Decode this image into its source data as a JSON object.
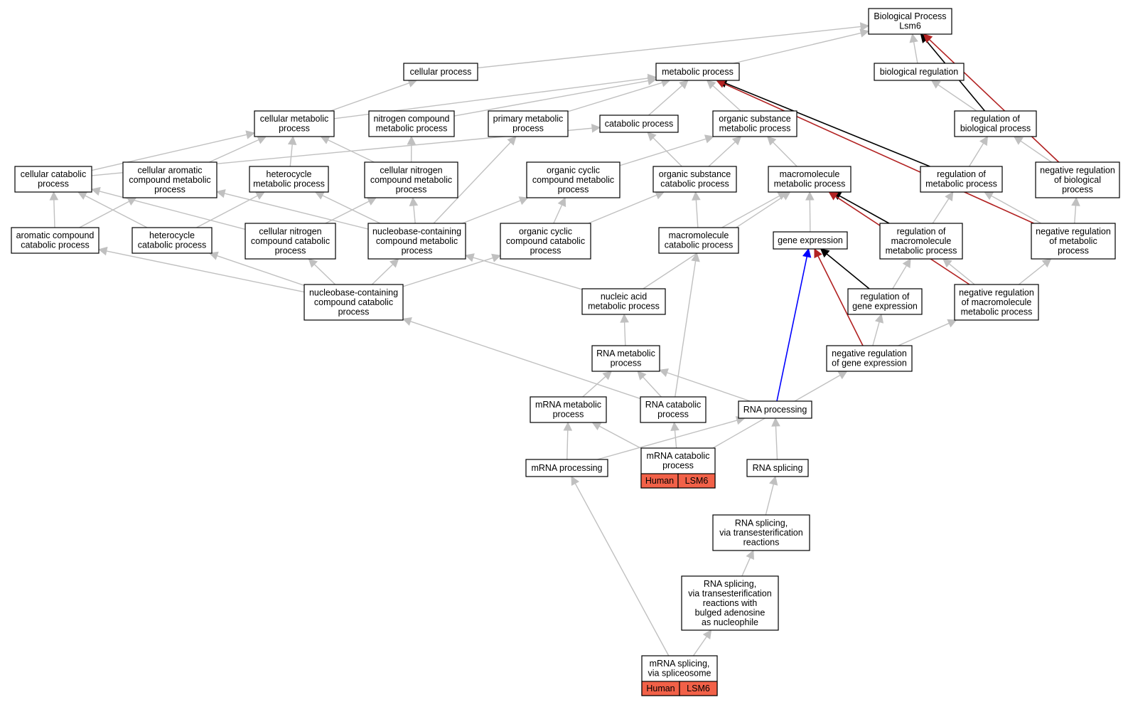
{
  "colors": {
    "background": "#ffffff",
    "node_border": "#000000",
    "node_fill": "#ffffff",
    "edge_is_a": "#c0c0c0",
    "edge_regulates": "#000000",
    "edge_negatively_regulates": "#b22222",
    "edge_positively_regulates": "#0000ff",
    "annotation_fill": "#f26148"
  },
  "nodes": [
    {
      "id": "bp",
      "lines": [
        "Biological Process",
        "Lsm6"
      ]
    },
    {
      "id": "cellular_process",
      "lines": [
        "cellular process"
      ]
    },
    {
      "id": "metabolic_process",
      "lines": [
        "metabolic process"
      ]
    },
    {
      "id": "biological_regulation",
      "lines": [
        "biological regulation"
      ]
    },
    {
      "id": "cellular_metabolic",
      "lines": [
        "cellular metabolic",
        "process"
      ]
    },
    {
      "id": "nitrogen_compound_metabolic",
      "lines": [
        "nitrogen compound",
        "metabolic process"
      ]
    },
    {
      "id": "primary_metabolic",
      "lines": [
        "primary metabolic",
        "process"
      ]
    },
    {
      "id": "catabolic_process",
      "lines": [
        "catabolic process"
      ]
    },
    {
      "id": "organic_substance_metabolic",
      "lines": [
        "organic substance",
        "metabolic process"
      ]
    },
    {
      "id": "regulation_biological",
      "lines": [
        "regulation of",
        "biological process"
      ]
    },
    {
      "id": "cellular_catabolic",
      "lines": [
        "cellular catabolic",
        "process"
      ]
    },
    {
      "id": "cellular_aromatic_metabolic",
      "lines": [
        "cellular aromatic",
        "compound metabolic",
        "process"
      ]
    },
    {
      "id": "heterocycle_metabolic",
      "lines": [
        "heterocycle",
        "metabolic process"
      ]
    },
    {
      "id": "cellular_nitrogen_metabolic",
      "lines": [
        "cellular nitrogen",
        "compound metabolic",
        "process"
      ]
    },
    {
      "id": "organic_cyclic_metabolic",
      "lines": [
        "organic cyclic",
        "compound metabolic",
        "process"
      ]
    },
    {
      "id": "organic_substance_catabolic",
      "lines": [
        "organic substance",
        "catabolic process"
      ]
    },
    {
      "id": "macromolecule_metabolic",
      "lines": [
        "macromolecule",
        "metabolic process"
      ]
    },
    {
      "id": "regulation_metabolic",
      "lines": [
        "regulation of",
        "metabolic process"
      ]
    },
    {
      "id": "neg_reg_biological",
      "lines": [
        "negative regulation",
        "of biological",
        "process"
      ]
    },
    {
      "id": "aromatic_catabolic",
      "lines": [
        "aromatic compound",
        "catabolic process"
      ]
    },
    {
      "id": "heterocycle_catabolic",
      "lines": [
        "heterocycle",
        "catabolic process"
      ]
    },
    {
      "id": "cellular_nitrogen_catabolic",
      "lines": [
        "cellular nitrogen",
        "compound catabolic",
        "process"
      ]
    },
    {
      "id": "nucleobase_metabolic",
      "lines": [
        "nucleobase-containing",
        "compound metabolic",
        "process"
      ]
    },
    {
      "id": "organic_cyclic_catabolic",
      "lines": [
        "organic cyclic",
        "compound catabolic",
        "process"
      ]
    },
    {
      "id": "macromolecule_catabolic",
      "lines": [
        "macromolecule",
        "catabolic process"
      ]
    },
    {
      "id": "gene_expression",
      "lines": [
        "gene expression"
      ]
    },
    {
      "id": "reg_macromolecule_metabolic",
      "lines": [
        "regulation of",
        "macromolecule",
        "metabolic process"
      ]
    },
    {
      "id": "neg_reg_metabolic",
      "lines": [
        "negative regulation",
        "of metabolic",
        "process"
      ]
    },
    {
      "id": "nucleobase_catabolic",
      "lines": [
        "nucleobase-containing",
        "compound catabolic",
        "process"
      ]
    },
    {
      "id": "nucleic_acid_metabolic",
      "lines": [
        "nucleic acid",
        "metabolic process"
      ]
    },
    {
      "id": "reg_gene_expression",
      "lines": [
        "regulation of",
        "gene expression"
      ]
    },
    {
      "id": "neg_reg_macromolecule_metabolic",
      "lines": [
        "negative regulation",
        "of macromolecule",
        "metabolic process"
      ]
    },
    {
      "id": "rna_metabolic",
      "lines": [
        "RNA metabolic",
        "process"
      ]
    },
    {
      "id": "neg_reg_gene_expression",
      "lines": [
        "negative regulation",
        "of gene expression"
      ]
    },
    {
      "id": "mrna_metabolic",
      "lines": [
        "mRNA metabolic",
        "process"
      ]
    },
    {
      "id": "rna_catabolic",
      "lines": [
        "RNA catabolic",
        "process"
      ]
    },
    {
      "id": "rna_processing",
      "lines": [
        "RNA processing"
      ]
    },
    {
      "id": "mrna_processing",
      "lines": [
        "mRNA processing"
      ]
    },
    {
      "id": "mrna_catabolic",
      "lines": [
        "mRNA catabolic",
        "process"
      ],
      "badges": [
        "Human",
        "LSM6"
      ]
    },
    {
      "id": "rna_splicing",
      "lines": [
        "RNA splicing"
      ]
    },
    {
      "id": "rna_splicing_trans",
      "lines": [
        "RNA splicing,",
        "via transesterification",
        "reactions"
      ]
    },
    {
      "id": "rna_splicing_bulged",
      "lines": [
        "RNA splicing,",
        "via transesterification",
        "reactions with",
        "bulged adenosine",
        "as nucleophile"
      ]
    },
    {
      "id": "mrna_splicing_spliceosome",
      "lines": [
        "mRNA splicing,",
        "via spliceosome"
      ],
      "badges": [
        "Human",
        "LSM6"
      ]
    }
  ],
  "edges": [
    {
      "from": "cellular_process",
      "to": "bp",
      "type": "is_a"
    },
    {
      "from": "metabolic_process",
      "to": "bp",
      "type": "is_a"
    },
    {
      "from": "biological_regulation",
      "to": "bp",
      "type": "is_a"
    },
    {
      "from": "regulation_biological",
      "to": "bp",
      "type": "regulates"
    },
    {
      "from": "neg_reg_biological",
      "to": "bp",
      "type": "negatively_regulates"
    },
    {
      "from": "cellular_metabolic",
      "to": "cellular_process",
      "type": "is_a"
    },
    {
      "from": "cellular_metabolic",
      "to": "metabolic_process",
      "type": "is_a"
    },
    {
      "from": "nitrogen_compound_metabolic",
      "to": "metabolic_process",
      "type": "is_a"
    },
    {
      "from": "primary_metabolic",
      "to": "metabolic_process",
      "type": "is_a"
    },
    {
      "from": "catabolic_process",
      "to": "metabolic_process",
      "type": "is_a"
    },
    {
      "from": "organic_substance_metabolic",
      "to": "metabolic_process",
      "type": "is_a"
    },
    {
      "from": "regulation_metabolic",
      "to": "metabolic_process",
      "type": "regulates"
    },
    {
      "from": "neg_reg_metabolic",
      "to": "metabolic_process",
      "type": "negatively_regulates"
    },
    {
      "from": "regulation_biological",
      "to": "biological_regulation",
      "type": "is_a"
    },
    {
      "from": "regulation_metabolic",
      "to": "regulation_biological",
      "type": "is_a"
    },
    {
      "from": "neg_reg_biological",
      "to": "regulation_biological",
      "type": "is_a"
    },
    {
      "from": "cellular_catabolic",
      "to": "cellular_metabolic",
      "type": "is_a"
    },
    {
      "from": "cellular_catabolic",
      "to": "catabolic_process",
      "type": "is_a"
    },
    {
      "from": "cellular_aromatic_metabolic",
      "to": "cellular_metabolic",
      "type": "is_a"
    },
    {
      "from": "heterocycle_metabolic",
      "to": "cellular_metabolic",
      "type": "is_a"
    },
    {
      "from": "cellular_nitrogen_metabolic",
      "to": "cellular_metabolic",
      "type": "is_a"
    },
    {
      "from": "cellular_nitrogen_metabolic",
      "to": "nitrogen_compound_metabolic",
      "type": "is_a"
    },
    {
      "from": "organic_cyclic_metabolic",
      "to": "organic_substance_metabolic",
      "type": "is_a"
    },
    {
      "from": "organic_substance_catabolic",
      "to": "catabolic_process",
      "type": "is_a"
    },
    {
      "from": "organic_substance_catabolic",
      "to": "organic_substance_metabolic",
      "type": "is_a"
    },
    {
      "from": "macromolecule_metabolic",
      "to": "organic_substance_metabolic",
      "type": "is_a"
    },
    {
      "from": "neg_reg_biological",
      "to": "neg_reg_biological",
      "type": "none"
    },
    {
      "from": "aromatic_catabolic",
      "to": "cellular_catabolic",
      "type": "is_a"
    },
    {
      "from": "aromatic_catabolic",
      "to": "cellular_aromatic_metabolic",
      "type": "is_a"
    },
    {
      "from": "heterocycle_catabolic",
      "to": "cellular_catabolic",
      "type": "is_a"
    },
    {
      "from": "heterocycle_catabolic",
      "to": "heterocycle_metabolic",
      "type": "is_a"
    },
    {
      "from": "cellular_nitrogen_catabolic",
      "to": "cellular_catabolic",
      "type": "is_a"
    },
    {
      "from": "cellular_nitrogen_catabolic",
      "to": "cellular_nitrogen_metabolic",
      "type": "is_a"
    },
    {
      "from": "nucleobase_metabolic",
      "to": "cellular_aromatic_metabolic",
      "type": "is_a"
    },
    {
      "from": "nucleobase_metabolic",
      "to": "heterocycle_metabolic",
      "type": "is_a"
    },
    {
      "from": "nucleobase_metabolic",
      "to": "cellular_nitrogen_metabolic",
      "type": "is_a"
    },
    {
      "from": "nucleobase_metabolic",
      "to": "organic_cyclic_metabolic",
      "type": "is_a"
    },
    {
      "from": "nucleobase_metabolic",
      "to": "primary_metabolic",
      "type": "is_a"
    },
    {
      "from": "organic_cyclic_catabolic",
      "to": "organic_cyclic_metabolic",
      "type": "is_a"
    },
    {
      "from": "organic_cyclic_catabolic",
      "to": "organic_substance_catabolic",
      "type": "is_a"
    },
    {
      "from": "macromolecule_catabolic",
      "to": "organic_substance_catabolic",
      "type": "is_a"
    },
    {
      "from": "macromolecule_catabolic",
      "to": "macromolecule_metabolic",
      "type": "is_a"
    },
    {
      "from": "gene_expression",
      "to": "macromolecule_metabolic",
      "type": "is_a"
    },
    {
      "from": "reg_macromolecule_metabolic",
      "to": "regulation_metabolic",
      "type": "is_a"
    },
    {
      "from": "reg_macromolecule_metabolic",
      "to": "macromolecule_metabolic",
      "type": "regulates"
    },
    {
      "from": "neg_reg_metabolic",
      "to": "regulation_metabolic",
      "type": "is_a"
    },
    {
      "from": "neg_reg_metabolic",
      "to": "neg_reg_biological",
      "type": "is_a"
    },
    {
      "from": "neg_reg_macromolecule_metabolic",
      "to": "macromolecule_metabolic",
      "type": "negatively_regulates"
    },
    {
      "from": "nucleobase_catabolic",
      "to": "aromatic_catabolic",
      "type": "is_a"
    },
    {
      "from": "nucleobase_catabolic",
      "to": "heterocycle_catabolic",
      "type": "is_a"
    },
    {
      "from": "nucleobase_catabolic",
      "to": "cellular_nitrogen_catabolic",
      "type": "is_a"
    },
    {
      "from": "nucleobase_catabolic",
      "to": "nucleobase_metabolic",
      "type": "is_a"
    },
    {
      "from": "nucleobase_catabolic",
      "to": "organic_cyclic_catabolic",
      "type": "is_a"
    },
    {
      "from": "nucleic_acid_metabolic",
      "to": "nucleobase_metabolic",
      "type": "is_a"
    },
    {
      "from": "nucleic_acid_metabolic",
      "to": "macromolecule_metabolic",
      "type": "is_a"
    },
    {
      "from": "reg_gene_expression",
      "to": "reg_macromolecule_metabolic",
      "type": "is_a"
    },
    {
      "from": "reg_gene_expression",
      "to": "gene_expression",
      "type": "regulates"
    },
    {
      "from": "neg_reg_macromolecule_metabolic",
      "to": "reg_macromolecule_metabolic",
      "type": "is_a"
    },
    {
      "from": "neg_reg_macromolecule_metabolic",
      "to": "neg_reg_metabolic",
      "type": "is_a"
    },
    {
      "from": "neg_reg_gene_expression",
      "to": "reg_gene_expression",
      "type": "is_a"
    },
    {
      "from": "neg_reg_gene_expression",
      "to": "neg_reg_macromolecule_metabolic",
      "type": "is_a"
    },
    {
      "from": "neg_reg_gene_expression",
      "to": "gene_expression",
      "type": "negatively_regulates"
    },
    {
      "from": "rna_metabolic",
      "to": "nucleic_acid_metabolic",
      "type": "is_a"
    },
    {
      "from": "mrna_metabolic",
      "to": "rna_metabolic",
      "type": "is_a"
    },
    {
      "from": "rna_catabolic",
      "to": "rna_metabolic",
      "type": "is_a"
    },
    {
      "from": "rna_catabolic",
      "to": "nucleobase_catabolic",
      "type": "is_a"
    },
    {
      "from": "rna_processing",
      "to": "rna_metabolic",
      "type": "is_a"
    },
    {
      "from": "rna_processing",
      "to": "gene_expression",
      "type": "positively_regulates"
    },
    {
      "from": "mrna_processing",
      "to": "mrna_metabolic",
      "type": "is_a"
    },
    {
      "from": "mrna_processing",
      "to": "rna_processing",
      "type": "is_a"
    },
    {
      "from": "mrna_catabolic",
      "to": "mrna_metabolic",
      "type": "is_a"
    },
    {
      "from": "mrna_catabolic",
      "to": "rna_catabolic",
      "type": "is_a"
    },
    {
      "from": "mrna_catabolic",
      "to": "neg_reg_gene_expression",
      "type": "is_a"
    },
    {
      "from": "macromolecule_catabolic",
      "to": "macromolecule_catabolic",
      "type": "none"
    },
    {
      "from": "rna_catabolic",
      "to": "macromolecule_catabolic",
      "type": "is_a"
    },
    {
      "from": "rna_splicing",
      "to": "rna_processing",
      "type": "is_a"
    },
    {
      "from": "rna_splicing_trans",
      "to": "rna_splicing",
      "type": "is_a"
    },
    {
      "from": "rna_splicing_bulged",
      "to": "rna_splicing_trans",
      "type": "is_a"
    },
    {
      "from": "mrna_splicing_spliceosome",
      "to": "rna_splicing_bulged",
      "type": "is_a"
    },
    {
      "from": "mrna_splicing_spliceosome",
      "to": "mrna_processing",
      "type": "is_a"
    }
  ]
}
